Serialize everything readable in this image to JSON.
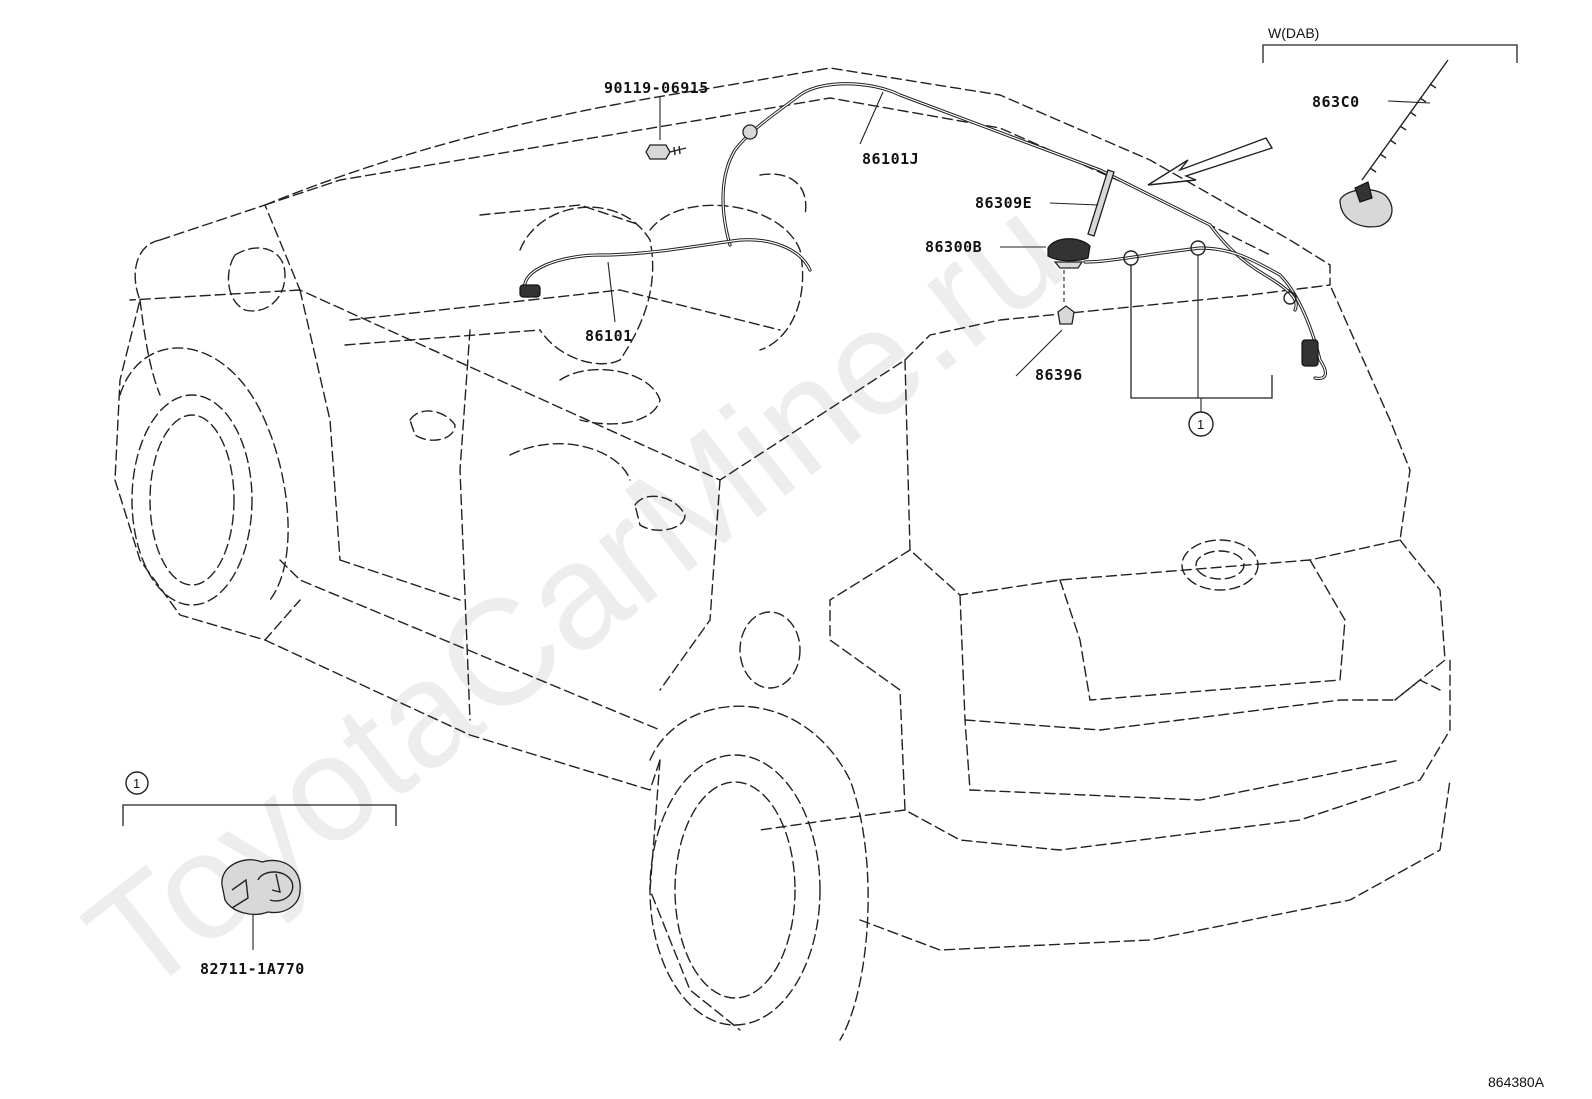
{
  "diagram": {
    "type": "parts-diagram",
    "callouts": {
      "bolt": "90119-06915",
      "cable_roof": "86101J",
      "antenna_rod": "86309E",
      "antenna_base": "86300B",
      "cable_front": "86101",
      "pad": "86396",
      "dab_antenna": "863C0",
      "clamp": "82711-1A770"
    },
    "group_label": "W(DAB)",
    "ref_marker": "1",
    "diagram_code": "864380A"
  },
  "watermark": "ToyotaCarMine.ru"
}
